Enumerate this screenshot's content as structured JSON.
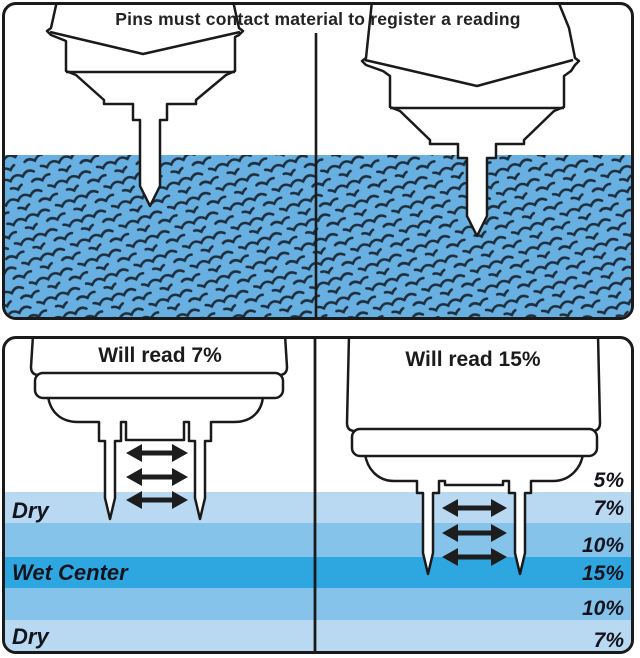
{
  "top_panel": {
    "title": "Pins must contact material to register a reading"
  },
  "bottom_panel": {
    "left_caption": "Will read 7%",
    "right_caption": "Will read 15%",
    "layers": [
      {
        "percent": "5%",
        "label": "",
        "shade": "white"
      },
      {
        "percent": "7%",
        "label": "Dry",
        "shade": "light"
      },
      {
        "percent": "10%",
        "label": "",
        "shade": "medium"
      },
      {
        "percent": "15%",
        "label": "Wet Center",
        "shade": "dark"
      },
      {
        "percent": "10%",
        "label": "",
        "shade": "medium"
      },
      {
        "percent": "7%",
        "label": "Dry",
        "shade": "light"
      }
    ]
  },
  "colors": {
    "material_blue": "#68b0e1",
    "hatch_line": "#1e2e3e",
    "layer_light": "#b9d9f2",
    "layer_medium": "#85c3ea",
    "layer_dark": "#2ea7e1",
    "outline": "#1a1a1a"
  }
}
